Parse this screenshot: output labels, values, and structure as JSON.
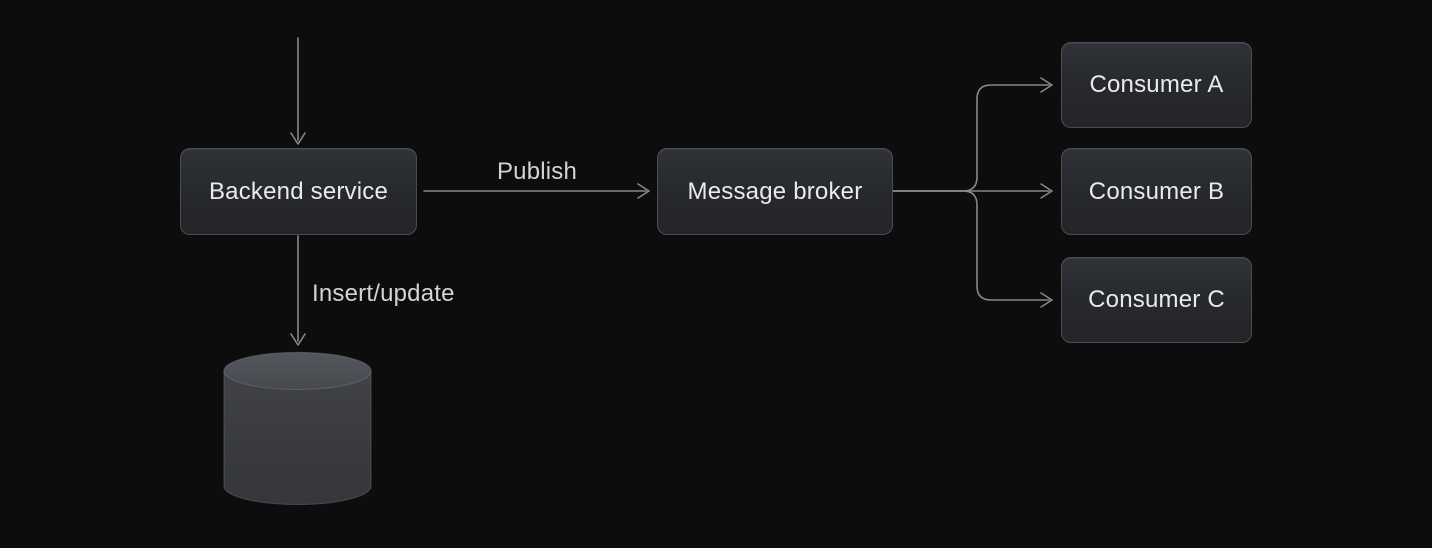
{
  "colors": {
    "background": "#0d0d0e",
    "node_fill_top": "#2f3237",
    "node_fill_bottom": "#232528",
    "node_border": "#4a4d52",
    "node_text": "#e9eaec",
    "connector": "#85888d",
    "edge_label_text": "#d2d4d6",
    "cylinder_top": "#4c4f55",
    "cylinder_body": "#3a3c42"
  },
  "nodes": {
    "backend_service": {
      "label": "Backend service"
    },
    "message_broker": {
      "label": "Message broker"
    },
    "consumer_a": {
      "label": "Consumer A"
    },
    "consumer_b": {
      "label": "Consumer B"
    },
    "consumer_c": {
      "label": "Consumer C"
    }
  },
  "database": {
    "icon": "database-cylinder"
  },
  "edges": {
    "inbound_to_backend": {
      "from": "external",
      "to": "backend_service",
      "label": ""
    },
    "backend_to_broker": {
      "from": "backend_service",
      "to": "message_broker",
      "label": "Publish"
    },
    "backend_to_database": {
      "from": "backend_service",
      "to": "database",
      "label": "Insert/update"
    },
    "broker_to_consumer_a": {
      "from": "message_broker",
      "to": "consumer_a",
      "label": ""
    },
    "broker_to_consumer_b": {
      "from": "message_broker",
      "to": "consumer_b",
      "label": ""
    },
    "broker_to_consumer_c": {
      "from": "message_broker",
      "to": "consumer_c",
      "label": ""
    }
  }
}
